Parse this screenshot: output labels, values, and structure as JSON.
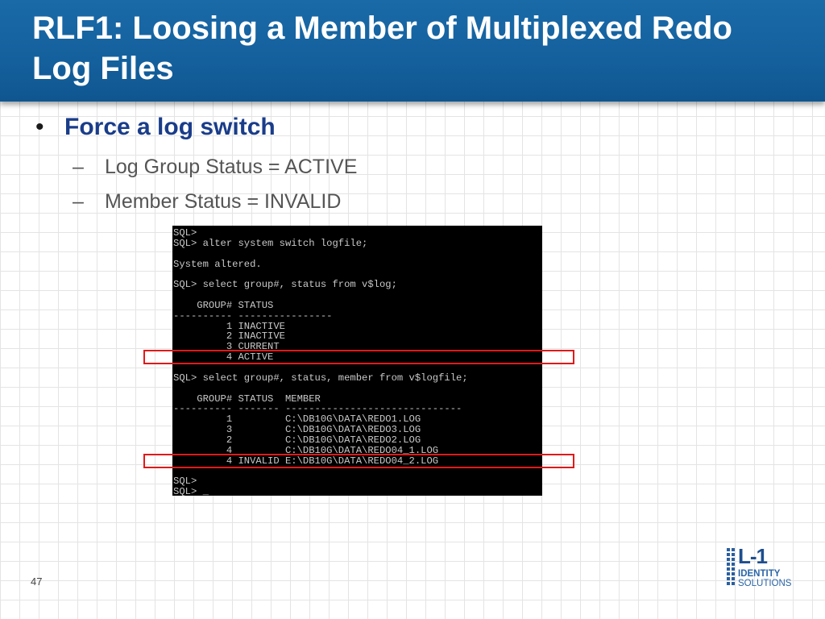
{
  "slide": {
    "title": "RLF1: Loosing a Member of Multiplexed Redo Log Files",
    "bullet": "Force a log switch",
    "sub_items": [
      "Log Group Status = ACTIVE",
      "Member Status = INVALID"
    ],
    "page_number": "47"
  },
  "terminal": {
    "lines": [
      "SQL>",
      "SQL> alter system switch logfile;",
      "",
      "System altered.",
      "",
      "SQL> select group#, status from v$log;",
      "",
      "    GROUP# STATUS",
      "---------- ----------------",
      "         1 INACTIVE",
      "         2 INACTIVE",
      "         3 CURRENT",
      "         4 ACTIVE",
      "",
      "SQL> select group#, status, member from v$logfile;",
      "",
      "    GROUP# STATUS  MEMBER",
      "---------- ------- ------------------------------",
      "         1         C:\\DB10G\\DATA\\REDO1.LOG",
      "         3         C:\\DB10G\\DATA\\REDO3.LOG",
      "         2         C:\\DB10G\\DATA\\REDO2.LOG",
      "         4         C:\\DB10G\\DATA\\REDO04_1.LOG",
      "         4 INVALID E:\\DB10G\\DATA\\REDO04_2.LOG",
      "",
      "SQL>",
      "SQL> _"
    ]
  },
  "logo": {
    "mark": "L-1",
    "line1": "IDENTITY",
    "line2": "SOLUTIONS"
  },
  "colors": {
    "title_bar": "#14609d",
    "bullet_text": "#1a3d8a",
    "highlight": "#e01a1a",
    "logo": "#2a5fa0"
  }
}
